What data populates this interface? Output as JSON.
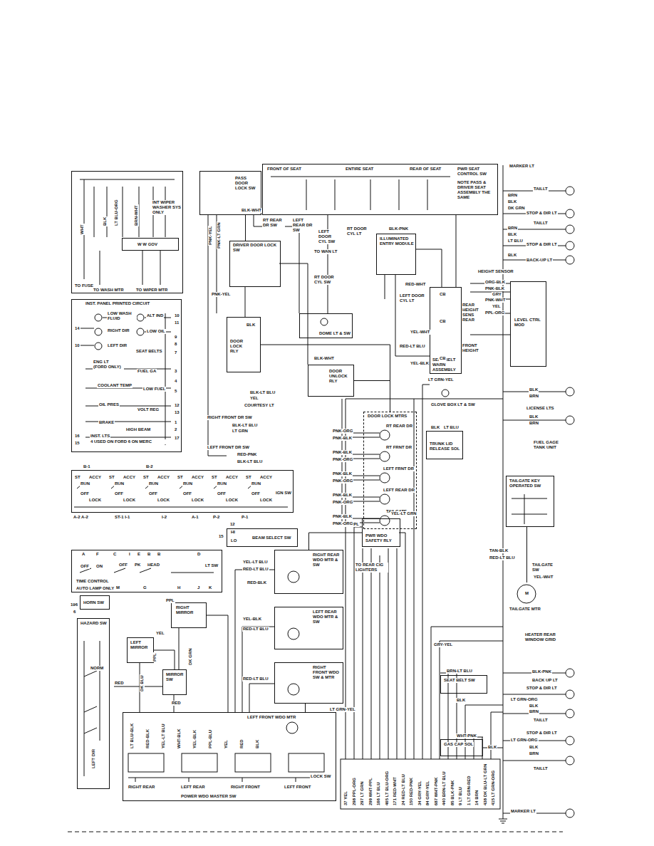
{
  "diagram": {
    "nodes": [
      {
        "text": [
          "INT WIPER WASHER SYS ONLY"
        ]
      },
      {
        "text": [
          "W W GOV"
        ],
        "in": 0
      },
      {
        "text": [
          "INST. PANEL PRINTED CIRCUIT"
        ]
      },
      {
        "text": [
          "PASS DOOR LOCK SW"
        ]
      },
      {
        "text": [
          "FRONT OF SEAT",
          "ENTIRE SEAT",
          "REAR OF SEAT",
          "PWR SEAT CONTROL SW",
          "NOTE PASS & DRIVER SEAT ASSEMBLY THE SAME"
        ]
      },
      {
        "text": [
          "DRIVER DOOR LOCK SW"
        ]
      },
      {
        "text": [
          "ILLUMINATED ENTRY MODULE"
        ]
      },
      {
        "text": [
          "DOME LT & SW"
        ]
      },
      {
        "text": [
          "DOOR LOCK RLY"
        ]
      },
      {
        "text": [
          "DOOR UNLOCK RLY"
        ]
      },
      {
        "text": [
          "DOOR LOCK MTRS",
          "RT REAR DR",
          "RT FRNT DR",
          "LEFT FRNT DR",
          "LEFT REAR DR",
          "TAILGATE"
        ]
      },
      {
        "text": [
          "SEAT BELT WARN ASSEMBLY"
        ]
      },
      {
        "text": [
          "LEVEL CTRL MOD"
        ]
      },
      {
        "text": [
          "TRUNK LID RELEASE SOL"
        ]
      },
      {
        "text": [
          "IGN SW"
        ]
      },
      {
        "text": [
          "BEAM SELECT SW"
        ]
      },
      {
        "text": [
          "LT SW",
          "TIME CONTROL",
          "AUTO LAMP ONLY"
        ]
      },
      {
        "text": [
          "PWR WDO SAFETY RLY"
        ]
      },
      {
        "text": [
          "RIGHT REAR WDO MTR & SW"
        ]
      },
      {
        "text": [
          "LEFT REAR WDO MTR & SW"
        ]
      },
      {
        "text": [
          "RIGHT FRONT WDO SW & MTR"
        ]
      },
      {
        "text": [
          "RIGHT MIRROR"
        ]
      },
      {
        "text": [
          "LEFT MIRROR"
        ]
      },
      {
        "text": [
          "MIRROR SW"
        ]
      },
      {
        "text": [
          "HORN SW"
        ]
      },
      {
        "text": [
          "HAZARD SW"
        ]
      },
      {
        "text": [
          "POWER WDO MASTER SW",
          "RIGHT REAR",
          "LEFT REAR",
          "RIGHT FRONT",
          "LEFT FRONT",
          "LOCK SW"
        ]
      },
      {
        "text": [
          "TAILGATE KEY OPERATED SW"
        ]
      },
      {
        "text": [
          "M",
          "TAILGATE MTR"
        ]
      },
      {
        "text": [
          "SEAT BELT SW"
        ]
      },
      {
        "text": [
          "GAS CAP SOL"
        ]
      }
    ],
    "edges": [
      {
        "from": 3,
        "to": 5,
        "arrow": "none"
      },
      {
        "from": 5,
        "to": 8,
        "arrow": "none"
      },
      {
        "from": 8,
        "to": 10,
        "arrow": "none"
      },
      {
        "from": 9,
        "to": 10,
        "arrow": "none"
      },
      {
        "from": 17,
        "to": 18,
        "arrow": "none"
      },
      {
        "from": 20,
        "to": 26,
        "arrow": "none"
      },
      {
        "from": 21,
        "to": 23,
        "arrow": "none"
      },
      {
        "from": 22,
        "to": 23,
        "arrow": "none"
      },
      {
        "from": 27,
        "to": 28,
        "arrow": "none"
      }
    ],
    "labels": [
      "TO FUSE",
      "TO WASH MTR",
      "TO WIPER MTR",
      "WHT",
      "BLK",
      "LT BLU-ORG",
      "BRN-WHT",
      "LOW WASH FLUID",
      "RIGHT DIR",
      "LEFT DIR",
      "ALT IND",
      "LOW OIL",
      "SEAT BELTS",
      "ENG LT (FORD ONLY)",
      "FUEL GA",
      "COOLANT TEMP",
      "LOW FUEL",
      "OIL PRES",
      "VOLT REG",
      "BRAKE",
      "HIGH BEAM",
      "INST. LTS",
      "4 USED ON FORD 6 ON MERC",
      "14",
      "10",
      "16",
      "15",
      "10",
      "11",
      "9",
      "8",
      "7",
      "3",
      "4",
      "5",
      "12",
      "13",
      "1",
      "2",
      "17",
      "BLK-WHT",
      "PNK-YEL",
      "PNK-LT GRN",
      "RT REAR DR SW",
      "LEFT REAR DR SW",
      "LEFT DOOR CYL SW",
      "RT DOOR CYL LT",
      "BLK-PNK",
      "TO WAN LT",
      "RT DOOR CYL SW",
      "LEFT DOOR CYL LT",
      "PNK-YEL",
      "BLK",
      "BLK-WHT",
      "BLK-LT BLU",
      "YEL",
      "COURTESY LT",
      "RIGHT FRONT DR SW",
      "BLK-LT BLU",
      "LT GRN",
      "LEFT FRONT DR SW",
      "RED-PNK",
      "BLK-LT BLU",
      "RED-WHT",
      "YEL-WHT",
      "RED-LT BLU",
      "YEL-BLK",
      "LT GRN-YEL",
      "GLOVE BOX LT & SW",
      "BLK",
      "LT BLU",
      "HEIGHT SENSOR",
      "ORG-BLK",
      "PNK-BLK",
      "GRY",
      "PNK-WHT",
      "YEL",
      "PPL-ORG",
      "CB",
      "REAR HEIGHT SENS REAR",
      "CB",
      "FRONT HEIGHT",
      "CB",
      "MARKER LT",
      "TAILLT",
      "BRN",
      "BLK",
      "DK GRN",
      "STOP & DIR LT",
      "TAILLT",
      "BRN",
      "BLK",
      "LT BLU",
      "STOP & DIR LT",
      "BLK",
      "BACK-UP LT",
      "BLK",
      "BRN",
      "LICENSE LTS",
      "BLK",
      "BRN",
      "FUEL GAGE TANK UNIT",
      "TAN-BLK",
      "RED-LT BLU",
      "TAILGATE SW",
      "YEL-WHT",
      "HEATER REAR WINDOW GRID",
      "BLK-PNK",
      "BACK UP LT",
      "STOP & DIR LT",
      "LT GRN-ORG",
      "BLK",
      "BRN",
      "TAILLT",
      "STOP & DIR LT",
      "LT GRN-ORG",
      "BLK",
      "BRN",
      "TAILLT",
      "MARKER LT",
      "YEL-LT GRN",
      "WHT-PPL",
      "TO REAR CIG LIGHTERS",
      "YEL-LT BLU",
      "RED-LT BLU",
      "RED-BLK",
      "YEL-BLK",
      "RED-LT BLU",
      "RED-LT BLU",
      "GRY-YEL",
      "LT GRN-YEL",
      "BRN-LT BLU",
      "BLK",
      "WHT-PNK",
      "BLK",
      "PPL",
      "YEL",
      "RED",
      "DK BLU",
      "PPL",
      "DK GRN",
      "RED",
      "196",
      "6",
      "NORM",
      "LEFT DIR",
      "LT BLU-BLK",
      "RED-BLK",
      "YEL-LT BLU",
      "WHT-BLK",
      "YEL-BLK",
      "PPL-BLU",
      "YEL",
      "RED",
      "BLK",
      "LEFT FRONT WDO MTR",
      "B-1",
      "B-2",
      "ST",
      "RUN",
      "ACCY",
      "OFF",
      "LOCK",
      "ST",
      "RUN",
      "ACCY",
      "OFF",
      "LOCK",
      "ST",
      "RUN",
      "ACCY",
      "OFF",
      "LOCK",
      "ST",
      "RUN",
      "ACCY",
      "OFF",
      "LOCK",
      "ST",
      "RUN",
      "ACCY",
      "OFF",
      "LOCK",
      "ST",
      "RUN",
      "ACCY",
      "OFF",
      "LOCK",
      "A-2 A-2",
      "ST-1 I-1",
      "I-2",
      "A-1",
      "P-2",
      "P-1",
      "12",
      "HI",
      "15",
      "LO",
      "A",
      "F",
      "C",
      "I",
      "E",
      "B",
      "B",
      "D",
      "M",
      "G",
      "H",
      "J",
      "K",
      "OFF",
      "ON",
      "OFF",
      "PK",
      "HEAD",
      "PNK-ORG",
      "PNK-BLK",
      "PNK-BLK",
      "PNK-ORG",
      "PNK-BLK",
      "PNK-ORG",
      "PNK-BLK",
      "PNK-ORG",
      "PNK-BLK",
      "PNK-ORG",
      "37 YEL",
      "298 PPL-ORG",
      "297 LT GRN",
      "299 WHT-PPL",
      "166 LT BLU",
      "465 LT BLU-ORG",
      "171 RED-WHT",
      "24 RED-LT BLU",
      "150 RED-PNK",
      "34 GRY-YEL",
      "84 GRY-YEL",
      "687 WHT-PNK",
      "440 BRN-LT BLU",
      "85 BLK-PNK",
      "9 LT BLU",
      "1 LT GRN-RED",
      "14 BRN",
      "438 DK BLU-LT GRN",
      "415 LT GRN-ORG"
    ]
  }
}
